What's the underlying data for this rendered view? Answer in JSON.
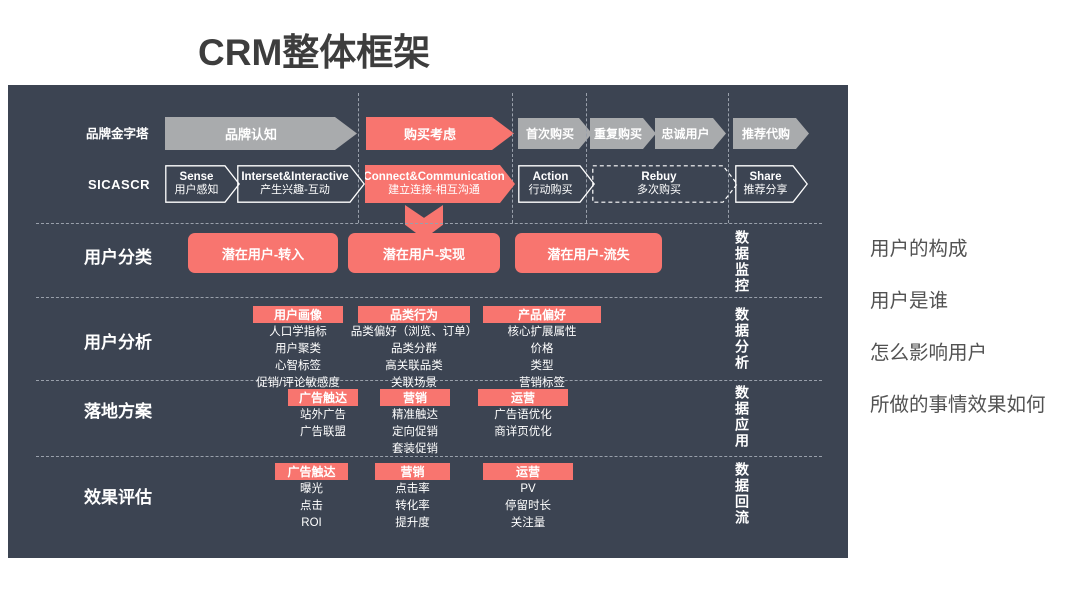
{
  "page": {
    "title": "CRM整体框架"
  },
  "colors": {
    "panel_bg": "#3C4452",
    "accent": "#F8756F",
    "gray_arrow": "#A9ABAD"
  },
  "funnel": {
    "row_label": "品牌金字塔",
    "stages": [
      {
        "label": "品牌认知"
      },
      {
        "label": "购买考虑"
      },
      {
        "label": "首次购买"
      },
      {
        "label": "重复购买"
      },
      {
        "label": "忠诚用户"
      },
      {
        "label": "推荐代购"
      }
    ]
  },
  "sicascr": {
    "row_label": "SICASCR",
    "stages": [
      {
        "en": "Sense",
        "cn": "用户感知"
      },
      {
        "en": "Interset&Interactive",
        "cn": "产生兴趣-互动"
      },
      {
        "en": "Connect&Communication",
        "cn": "建立连接-相互沟通"
      },
      {
        "en": "Action",
        "cn": "行动购买"
      },
      {
        "en": "Rebuy",
        "cn": "多次购买"
      },
      {
        "en": "Share",
        "cn": "推荐分享"
      }
    ]
  },
  "user_class": {
    "row_label": "用户分类",
    "side_label": "数据监控",
    "boxes": [
      "潜在用户-转入",
      "潜在用户-实现",
      "潜在用户-流失"
    ]
  },
  "user_analysis": {
    "row_label": "用户分析",
    "side_label": "数据分析",
    "columns": [
      {
        "header": "用户画像",
        "items": [
          "人口学指标",
          "用户聚类",
          "心智标签",
          "促销/评论敏感度"
        ]
      },
      {
        "header": "品类行为",
        "items": [
          "品类偏好（浏览、订单）",
          "品类分群",
          "高关联品类",
          "关联场景"
        ]
      },
      {
        "header": "产品偏好",
        "items": [
          "核心扩展属性",
          "价格",
          "类型",
          "营销标签"
        ]
      }
    ]
  },
  "landing_plan": {
    "row_label": "落地方案",
    "side_label": "数据应用",
    "columns": [
      {
        "header": "广告触达",
        "items": [
          "站外广告",
          "广告联盟"
        ]
      },
      {
        "header": "营销",
        "items": [
          "精准触达",
          "定向促销",
          "套装促销"
        ]
      },
      {
        "header": "运营",
        "items": [
          "广告语优化",
          "商详页优化"
        ]
      }
    ]
  },
  "evaluation": {
    "row_label": "效果评估",
    "side_label": "数据回流",
    "columns": [
      {
        "header": "广告触达",
        "items": [
          "曝光",
          "点击",
          "ROI"
        ]
      },
      {
        "header": "营销",
        "items": [
          "点击率",
          "转化率",
          "提升度"
        ]
      },
      {
        "header": "运营",
        "items": [
          "PV",
          "停留时长",
          "关注量"
        ]
      }
    ]
  },
  "annotations": [
    "用户的构成",
    "用户是谁",
    "怎么影响用户",
    "所做的事情效果如何"
  ]
}
